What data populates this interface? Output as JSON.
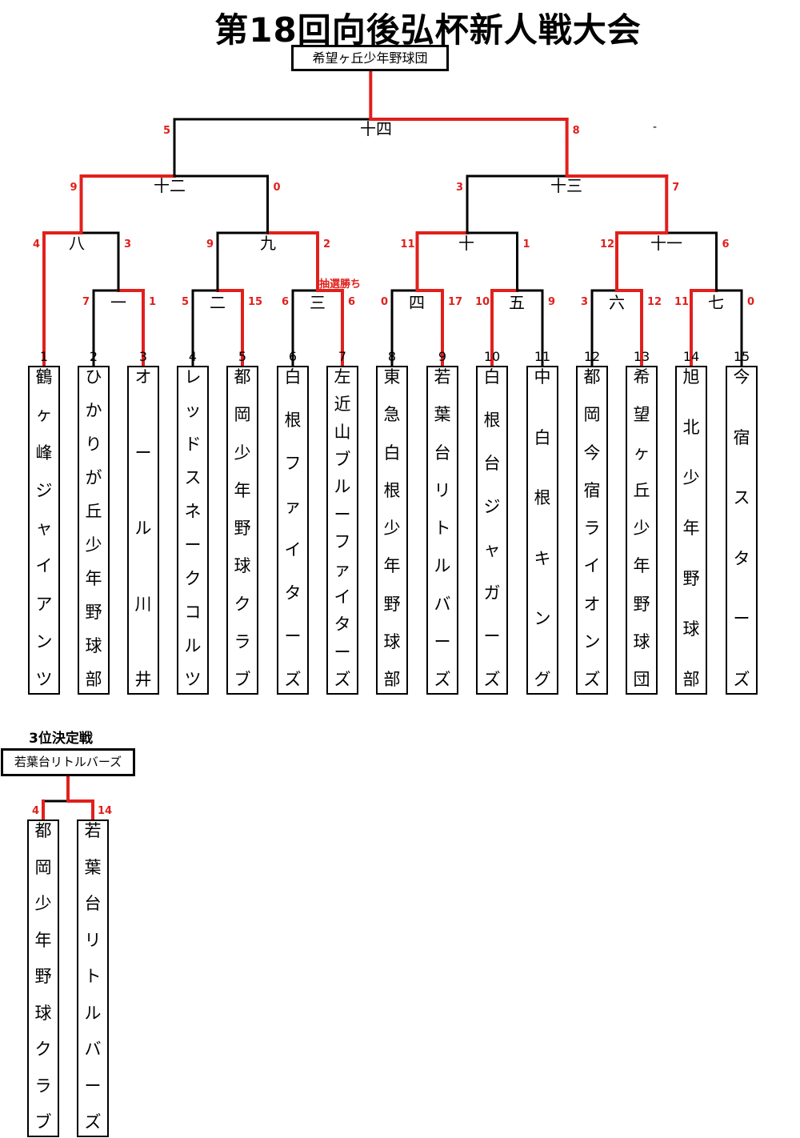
{
  "title": "第18回向後弘杯新人戦大会",
  "champion": "希望ヶ丘少年野球団",
  "teams": [
    {
      "seed": "1",
      "name": "鶴ヶ峰ジャイアンツ"
    },
    {
      "seed": "2",
      "name": "ひかりが丘少年野球部"
    },
    {
      "seed": "3",
      "name": "オール川井"
    },
    {
      "seed": "4",
      "name": "レッドスネークコルツ"
    },
    {
      "seed": "5",
      "name": "都岡少年野球クラブ"
    },
    {
      "seed": "6",
      "name": "白根ファイターズ"
    },
    {
      "seed": "7",
      "name": "左近山ブルーファイターズ"
    },
    {
      "seed": "8",
      "name": "東急白根少年野球部"
    },
    {
      "seed": "9",
      "name": "若葉台リトルバーズ"
    },
    {
      "seed": "10",
      "name": "白根台ジャガーズ"
    },
    {
      "seed": "11",
      "name": "中白根キング"
    },
    {
      "seed": "12",
      "name": "都岡今宿ライオンズ"
    },
    {
      "seed": "13",
      "name": "希望ヶ丘少年野球団"
    },
    {
      "seed": "14",
      "name": "旭北少年野球部"
    },
    {
      "seed": "15",
      "name": "今宿スターズ"
    }
  ],
  "matches": [
    {
      "label": "一",
      "left_score": "7",
      "right_score": "1",
      "winner": "right"
    },
    {
      "label": "二",
      "left_score": "5",
      "right_score": "15",
      "winner": "right"
    },
    {
      "label": "三",
      "left_score": "6",
      "right_score": "6",
      "winner": "right",
      "note": "抽選勝ち"
    },
    {
      "label": "四",
      "left_score": "0",
      "right_score": "17",
      "winner": "right"
    },
    {
      "label": "五",
      "left_score": "10",
      "right_score": "9",
      "winner": "left"
    },
    {
      "label": "六",
      "left_score": "3",
      "right_score": "12",
      "winner": "right"
    },
    {
      "label": "七",
      "left_score": "11",
      "right_score": "0",
      "winner": "left"
    },
    {
      "label": "八",
      "left_score": "4",
      "right_score": "3",
      "winner": "left"
    },
    {
      "label": "九",
      "left_score": "9",
      "right_score": "2",
      "winner": "right"
    },
    {
      "label": "十",
      "left_score": "11",
      "right_score": "1",
      "winner": "left"
    },
    {
      "label": "十一",
      "left_score": "12",
      "right_score": "6",
      "winner": "left"
    },
    {
      "label": "十二",
      "left_score": "9",
      "right_score": "0",
      "winner": "left"
    },
    {
      "label": "十三",
      "left_score": "3",
      "right_score": "7",
      "winner": "right"
    },
    {
      "label": "十四",
      "left_score": "5",
      "right_score": "8",
      "winner": "right"
    }
  ],
  "stray_mark": "-",
  "third_place": {
    "title": "3位決定戦",
    "winner": "若葉台リトルバーズ",
    "left_score": "4",
    "right_score": "14",
    "teams": [
      {
        "name": "都岡少年野球クラブ"
      },
      {
        "name": "若葉台リトルバーズ"
      }
    ]
  },
  "colors": {
    "winner_line": "#e0201c",
    "loser_line": "#000000",
    "score_text": "#e0201c"
  }
}
